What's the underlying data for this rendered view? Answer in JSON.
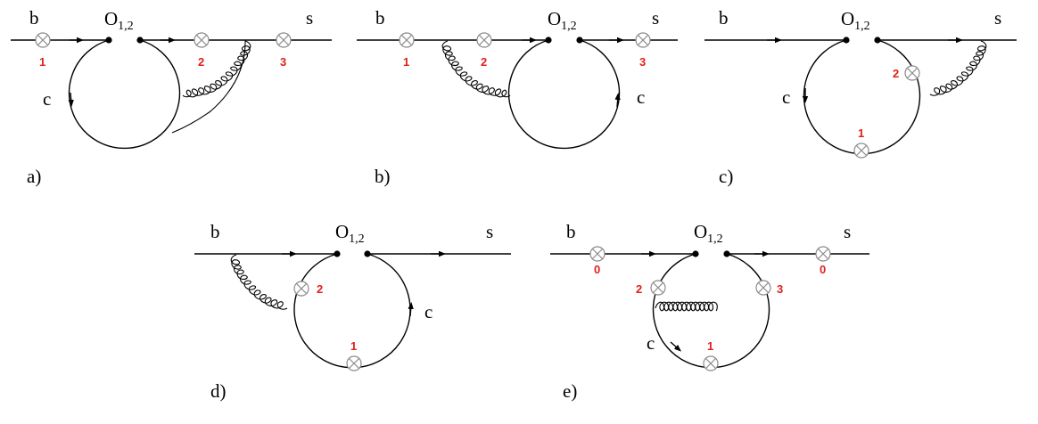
{
  "diagrams": [
    {
      "id": "a",
      "caption": "a)",
      "quark_in": "b",
      "quark_out": "s",
      "operator": "O",
      "operator_sub": "1,2",
      "loop_label": "c",
      "insertions": [
        "1",
        "2",
        "3"
      ]
    },
    {
      "id": "b",
      "caption": "b)",
      "quark_in": "b",
      "quark_out": "s",
      "operator": "O",
      "operator_sub": "1,2",
      "loop_label": "c",
      "insertions": [
        "1",
        "2",
        "3"
      ]
    },
    {
      "id": "c",
      "caption": "c)",
      "quark_in": "b",
      "quark_out": "s",
      "operator": "O",
      "operator_sub": "1,2",
      "loop_label": "c",
      "insertions": [
        "1",
        "2"
      ]
    },
    {
      "id": "d",
      "caption": "d)",
      "quark_in": "b",
      "quark_out": "s",
      "operator": "O",
      "operator_sub": "1,2",
      "loop_label": "c",
      "insertions": [
        "1",
        "2"
      ]
    },
    {
      "id": "e",
      "caption": "e)",
      "quark_in": "b",
      "quark_out": "s",
      "operator": "O",
      "operator_sub": "1,2",
      "loop_label": "c",
      "insertions": [
        "0",
        "0",
        "1",
        "2",
        "3"
      ]
    }
  ]
}
